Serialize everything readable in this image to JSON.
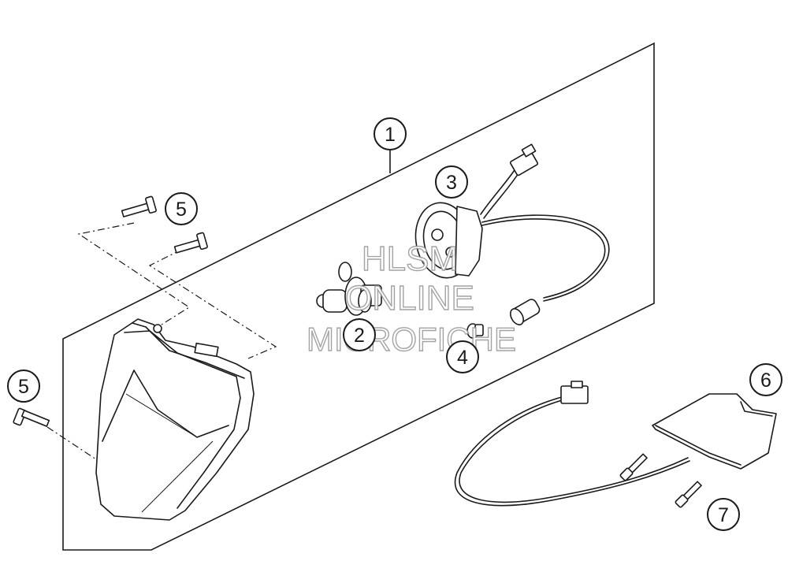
{
  "callouts": [
    {
      "id": "1",
      "label": "1"
    },
    {
      "id": "2",
      "label": "2"
    },
    {
      "id": "3",
      "label": "3"
    },
    {
      "id": "4",
      "label": "4"
    },
    {
      "id": "5a",
      "label": "5"
    },
    {
      "id": "5b",
      "label": "5"
    },
    {
      "id": "6",
      "label": "6"
    },
    {
      "id": "7",
      "label": "7"
    }
  ],
  "watermark": {
    "line1": "HLSM",
    "line2": "ONLINE",
    "line3": "MICROFICHE"
  }
}
